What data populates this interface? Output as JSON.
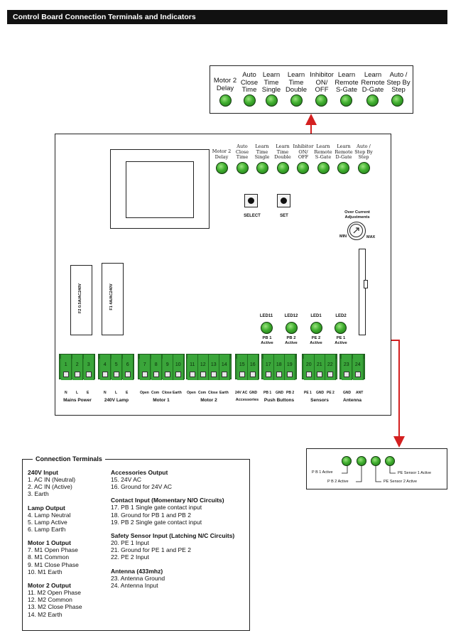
{
  "header": {
    "title": "Control Board Connection Terminals and Indicators"
  },
  "top_panel": {
    "labels": [
      "Motor 2\nDelay",
      "Auto\nClose\nTime",
      "Learn\nTime\nSingle",
      "Learn\nTime\nDouble",
      "Inhibitor\nON/\nOFF",
      "Learn\nRemote\nS-Gate",
      "Learn\nRemote\nD-Gate",
      "Auto /\nStep By\nStep"
    ]
  },
  "board": {
    "led_labels": [
      "Motor 2\nDelay",
      "Auto\nClose\nTime",
      "Learn\nTime\nSingle",
      "Learn\nTime\nDouble",
      "Inhibitor\nON/\nOFF",
      "Learn\nRemote\nS-Gate",
      "Learn\nRemote\nD-Gate",
      "Auto /\nStep By\nStep"
    ],
    "select_label": "SELECT",
    "set_label": "SET",
    "over_current": "Over Current\nAdjustments",
    "min_label": "MIN",
    "max_label": "MAX",
    "fuse1": "F2 0.5A/AC240V",
    "fuse2": "F1 4A/AC240V",
    "status_leds": [
      {
        "id": "LED11",
        "text": "PB 1\nActive"
      },
      {
        "id": "LED12",
        "text": "PB 2\nActive"
      },
      {
        "id": "LED1",
        "text": "PE 2\nActive"
      },
      {
        "id": "LED2",
        "text": "PE 1\nActive"
      }
    ],
    "terminal_numbers": [
      "1",
      "2",
      "3",
      "4",
      "5",
      "6",
      "7",
      "8",
      "9",
      "10",
      "11",
      "12",
      "13",
      "14",
      "15",
      "16",
      "17",
      "18",
      "19",
      "20",
      "21",
      "22",
      "23",
      "24"
    ],
    "sub_labels": {
      "mains": [
        "N",
        "L",
        "E"
      ],
      "lamp": [
        "N",
        "L",
        "E"
      ],
      "motor1": [
        "Open",
        "Com",
        "Close",
        "Earth"
      ],
      "motor2": [
        "Open",
        "Com",
        "Close",
        "Earth"
      ],
      "acc": [
        "24V AC",
        "GND"
      ],
      "pb": [
        "PB 1",
        "GND",
        "PB 2"
      ],
      "sensors": [
        "PE 1",
        "GND",
        "PE 2"
      ],
      "antenna": [
        "GND",
        "ANT"
      ]
    },
    "groups": [
      "Mains Power",
      "240V Lamp",
      "Motor 1",
      "Motor 2",
      "Accessories",
      "Push Buttons",
      "Sensors",
      "Antenna"
    ]
  },
  "pe_box": {
    "pb1": "P B 1 Active",
    "pb2": "P B 2 Active",
    "pe1": "PE Sensor 1 Active",
    "pe2": "PE Sensor 2 Active"
  },
  "connection": {
    "title": "Connection Terminals",
    "left": [
      {
        "h": "240V Input",
        "items": [
          "1. AC IN (Neutral)",
          "2. AC IN (Active)",
          "3. Earth"
        ]
      },
      {
        "h": "Lamp Output",
        "items": [
          "4. Lamp Neutral",
          "5. Lamp Active",
          "6. Lamp Earth"
        ]
      },
      {
        "h": "Motor 1 Output",
        "items": [
          "7. M1 Open Phase",
          "8. M1 Common",
          "9. M1 Close Phase",
          "10. M1 Earth"
        ]
      },
      {
        "h": "Motor 2 Output",
        "items": [
          "11. M2 Open Phase",
          "12. M2 Common",
          "13. M2 Close Phase",
          "14. M2 Earth"
        ]
      }
    ],
    "right": [
      {
        "h": "Accessories Output",
        "items": [
          "15. 24V AC",
          "16. Ground for 24V AC"
        ]
      },
      {
        "h": "Contact Input (Momentary N/O Circuits)",
        "items": [
          "17. PB 1 Single gate contact input",
          "18. Ground for PB 1 and PB 2",
          "19. PB 2 Single gate contact input"
        ]
      },
      {
        "h": "Safety Sensor Input (Latching N/C Circuits)",
        "items": [
          "20. PE 1 Input",
          "21. Ground for PE 1 and PE 2",
          "22. PE 2 Input"
        ]
      },
      {
        "h": "Antenna (433mhz)",
        "items": [
          "23. Antenna Ground",
          "24. Antenna Input"
        ]
      }
    ]
  },
  "colors": {
    "led": "#3fae2f",
    "terminal": "#2f8f2f",
    "arrow": "#d42020"
  }
}
